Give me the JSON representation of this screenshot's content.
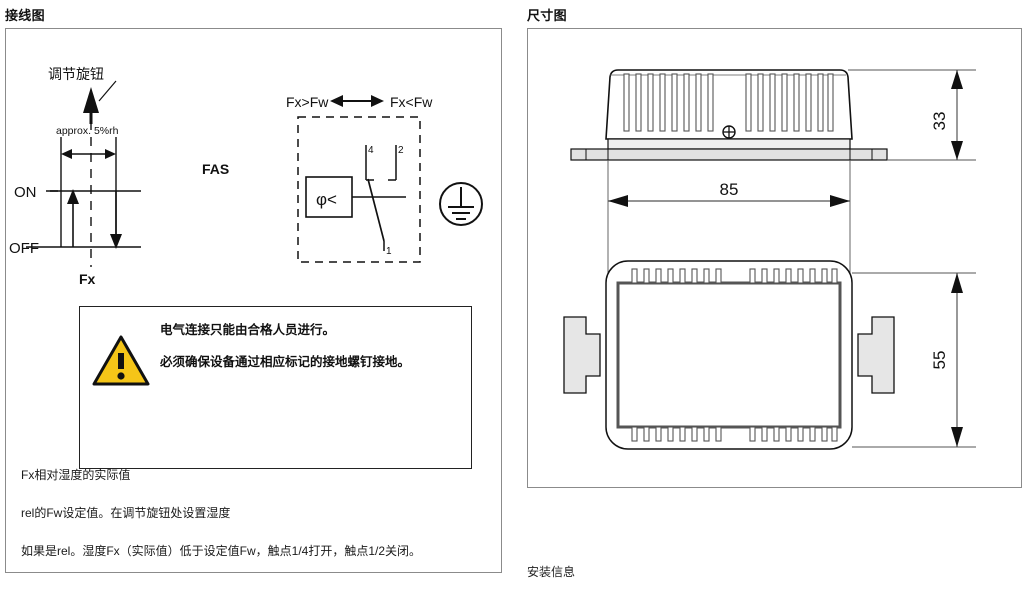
{
  "panels": {
    "wiring": {
      "title": "接线图",
      "hysteresis": {
        "knob_label": "调节旋钮",
        "span_label": "approx. 5%rh",
        "on_label": "ON",
        "off_label": "OFF",
        "axis_label": "Fx"
      },
      "switch": {
        "compare_left": "Fx>Fw",
        "compare_right": "Fx<Fw",
        "device_label": "FAS",
        "sensor_symbol": "φ<",
        "terminal_4": "4",
        "terminal_2": "2",
        "terminal_1": "1",
        "earth_symbol_name": "protective-earth"
      },
      "warning": {
        "line1": "电气连接只能由合格人员进行。",
        "line2": "必须确保设备通过相应标记的接地螺钉接地。"
      },
      "notes": [
        "Fx相对湿度的实际值",
        "rel的Fw设定值。在调节旋钮处设置湿度",
        "如果是rel。湿度Fx（实际值）低于设定值Fw，触点1/4打开，触点1/2关闭。"
      ]
    },
    "dimensions": {
      "title": "尺寸图",
      "height_mm": "33",
      "width_mm": "85",
      "depth_mm": "55",
      "install_note": "安装信息"
    }
  },
  "colors": {
    "warning_yellow": "#F5C518",
    "panel_border": "#8b8b8b",
    "line": "#1a1a1a",
    "body_fill": "#e8e8e8",
    "mid_gray": "#555555"
  }
}
